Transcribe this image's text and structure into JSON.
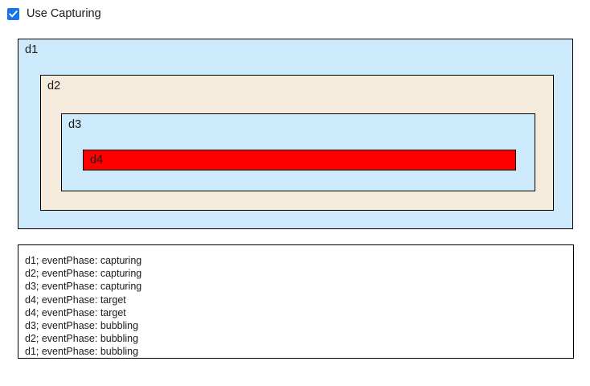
{
  "controls": {
    "capturing_checkbox": {
      "label": "Use Capturing",
      "checked": true,
      "icon": "checkmark-icon",
      "accent_color": "#1a73e8"
    }
  },
  "boxes": {
    "d1": {
      "label": "d1",
      "background": "#cdeafc",
      "border": "#000000"
    },
    "d2": {
      "label": "d2",
      "background": "#f5ebdc",
      "border": "#000000"
    },
    "d3": {
      "label": "d3",
      "background": "#cdeafc",
      "border": "#000000"
    },
    "d4": {
      "label": "d4",
      "background": "#ff0000",
      "border": "#000000"
    }
  },
  "log": {
    "lines": [
      "d1; eventPhase: capturing",
      "d2; eventPhase: capturing",
      "d3; eventPhase: capturing",
      "d4; eventPhase: target",
      "d4; eventPhase: target",
      "d3; eventPhase: bubbling",
      "d2; eventPhase: bubbling",
      "d1; eventPhase: bubbling"
    ]
  },
  "page": {
    "background": "#ffffff"
  }
}
